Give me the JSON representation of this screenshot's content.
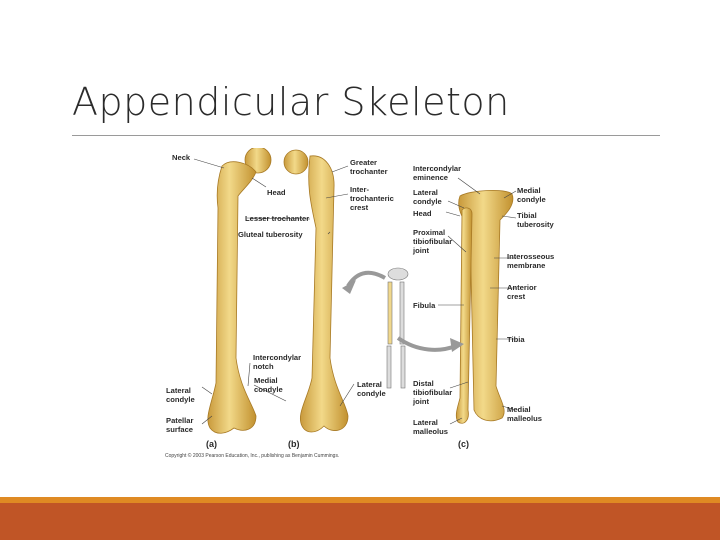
{
  "slide": {
    "title": "Appendicular Skeleton",
    "colors": {
      "footer_accent": "#df8a23",
      "footer_bar": "#c05526",
      "bone": "#e8c56c"
    }
  },
  "figure": {
    "labels": {
      "neck": "Neck",
      "head_a": "Head",
      "lesser_trochanter": "Lesser trochanter",
      "gluteal_tuberosity": "Gluteal tuberosity",
      "greater_trochanter": "Greater\ntrochanter",
      "intertrochanteric_crest": "Inter-\ntrochanteric\ncrest",
      "intercondylar_notch": "Intercondylar\nnotch",
      "medial_condyle_b": "Medial\ncondyle",
      "lateral_condyle_a": "Lateral\ncondyle",
      "patellar_surface": "Patellar\nsurface",
      "lateral_condyle_b": "Lateral\ncondyle",
      "intercondylar_eminence": "Intercondylar\neminence",
      "lateral_condyle_c": "Lateral\ncondyle",
      "head_c": "Head",
      "proximal_tibiofibular_joint": "Proximal\ntibiofibular\njoint",
      "fibula": "Fibula",
      "distal_tibiofibular_joint": "Distal\ntibiofibular\njoint",
      "lateral_malleolus": "Lateral\nmalleolus",
      "medial_condyle_c": "Medial\ncondyle",
      "tibial_tuberosity": "Tibial\ntuberosity",
      "interosseous_membrane": "Interosseous\nmembrane",
      "anterior_crest": "Anterior\ncrest",
      "tibia": "Tibia",
      "medial_malleolus": "Medial\nmalleolus"
    },
    "panels": {
      "a": "(a)",
      "b": "(b)",
      "c": "(c)"
    },
    "copyright": "Copyright © 2003 Pearson Education, Inc., publishing as Benjamin Cummings."
  }
}
